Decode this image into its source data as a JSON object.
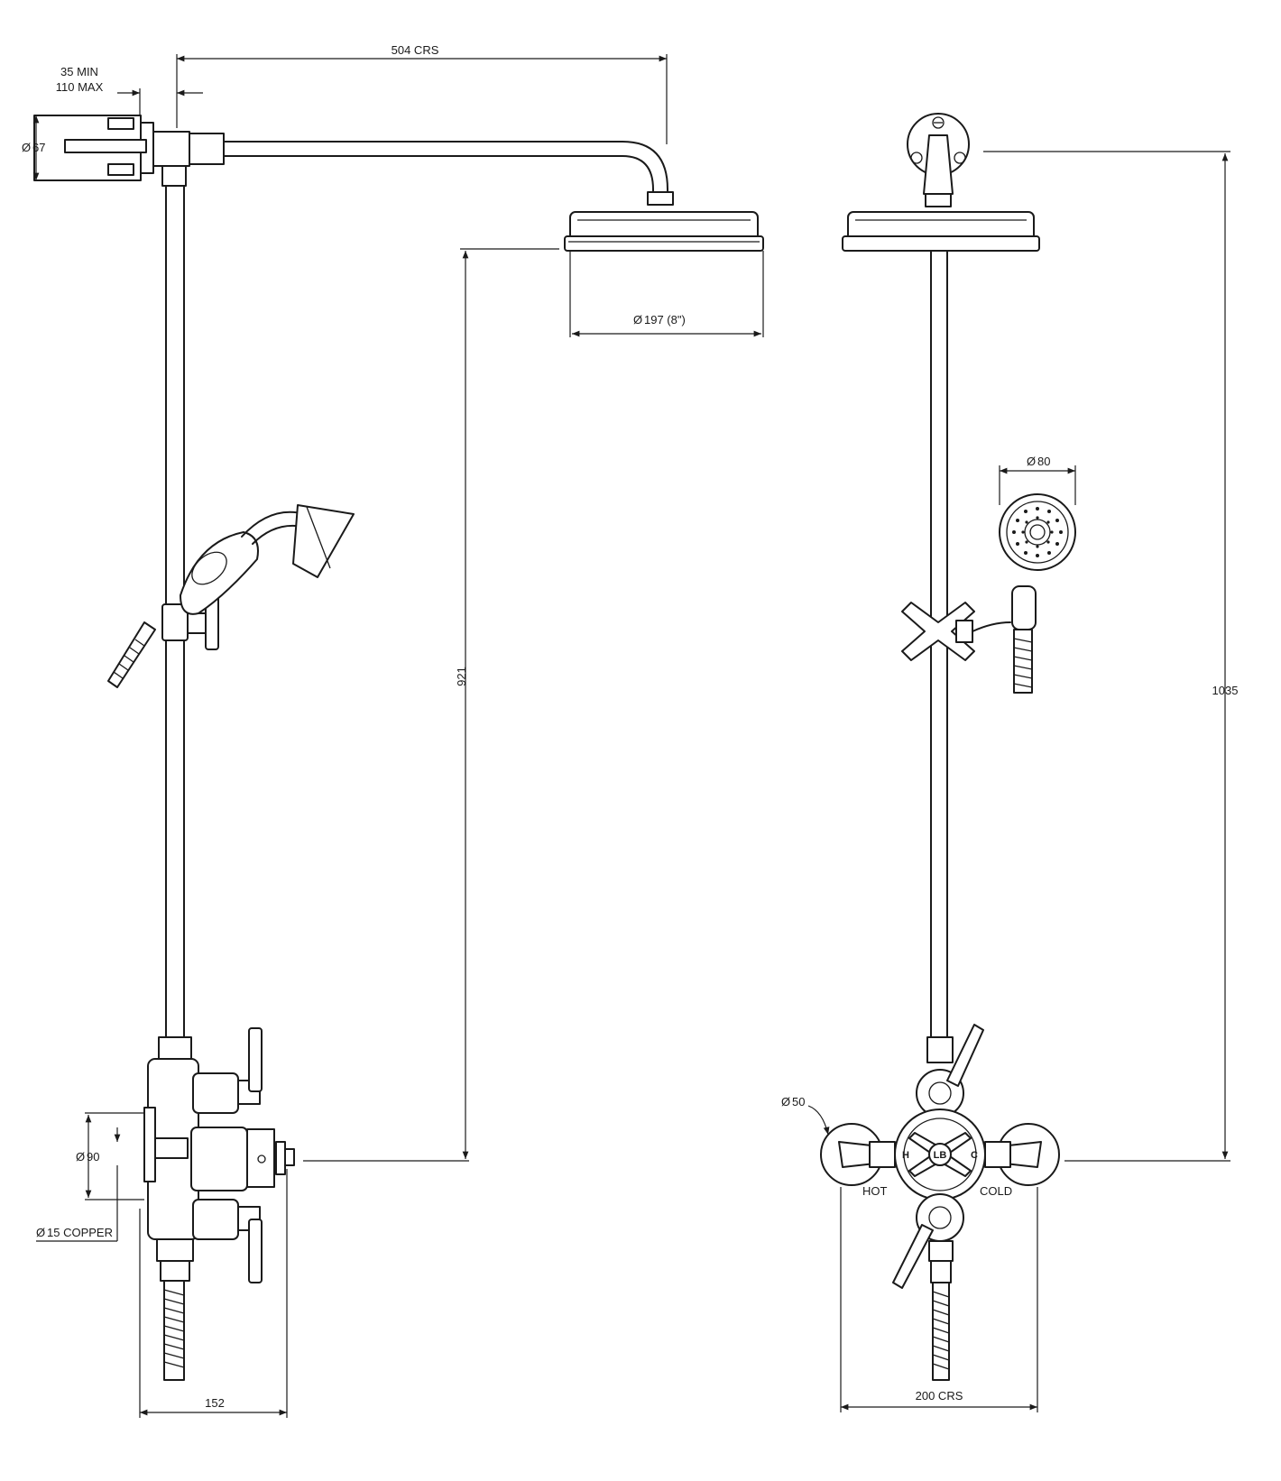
{
  "dimensions": {
    "crs_504": "504 CRS",
    "min_35": "35 MIN",
    "max_110": "110 MAX",
    "dia_67": "67",
    "dia_197": "197 (8\")",
    "h_921": "921",
    "dia_80": "80",
    "h_1035": "1035",
    "dia_50": "50",
    "dia_90": "90",
    "copper_15": "15 COPPER",
    "w_152": "152",
    "crs_200": "200 CRS"
  },
  "symbols": {
    "diameter": "Ø"
  },
  "labels": {
    "hot": "HOT",
    "cold": "COLD",
    "h_mark": "H",
    "c_mark": "C",
    "logo": "LB"
  }
}
